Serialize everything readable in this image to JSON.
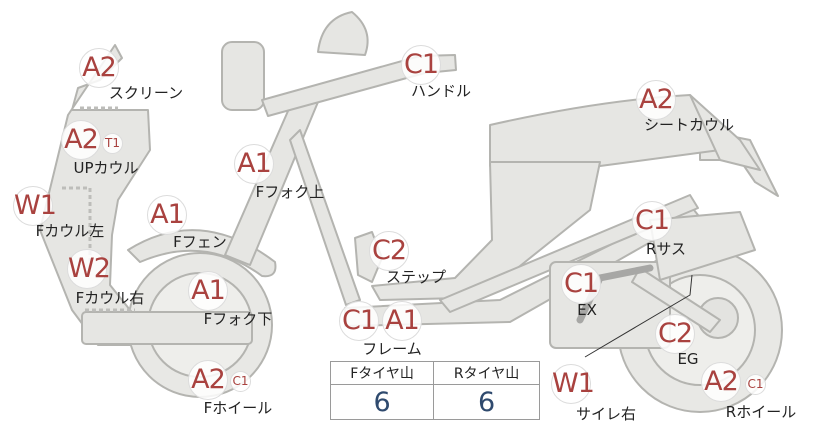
{
  "parts": [
    {
      "id": "screen",
      "label": "スクリーン",
      "grades": [
        "A2"
      ]
    },
    {
      "id": "up-cowl",
      "label": "UPカウル",
      "grades": [
        "A2",
        "T1"
      ]
    },
    {
      "id": "f-cowl-left",
      "label": "Fカウル左",
      "grades": [
        "W1"
      ]
    },
    {
      "id": "f-cowl-right",
      "label": "Fカウル右",
      "grades": [
        "W2"
      ]
    },
    {
      "id": "f-fender",
      "label": "Fフェン",
      "grades": [
        "A1"
      ]
    },
    {
      "id": "f-fork-upper",
      "label": "Fフォク上",
      "grades": [
        "A1"
      ]
    },
    {
      "id": "f-fork-lower",
      "label": "Fフォク下",
      "grades": [
        "A1"
      ]
    },
    {
      "id": "f-wheel",
      "label": "Fホイール",
      "grades": [
        "A2",
        "C1"
      ]
    },
    {
      "id": "handle",
      "label": "ハンドル",
      "grades": [
        "C1"
      ]
    },
    {
      "id": "seat-cowl",
      "label": "シートカウル",
      "grades": [
        "A2"
      ]
    },
    {
      "id": "step",
      "label": "ステップ",
      "grades": [
        "C2"
      ]
    },
    {
      "id": "frame",
      "label": "フレーム",
      "grades": [
        "C1",
        "A1"
      ]
    },
    {
      "id": "r-suspension",
      "label": "Rサス",
      "grades": [
        "C1"
      ]
    },
    {
      "id": "exhaust",
      "label": "EX",
      "grades": [
        "C1"
      ]
    },
    {
      "id": "engine",
      "label": "EG",
      "grades": [
        "C2"
      ]
    },
    {
      "id": "silencer-right",
      "label": "サイレ右",
      "grades": [
        "W1"
      ]
    },
    {
      "id": "r-wheel",
      "label": "Rホイール",
      "grades": [
        "A2",
        "C1"
      ]
    }
  ],
  "tire_table": {
    "headers": [
      "Fタイヤ山",
      "Rタイヤ山"
    ],
    "values": [
      "6",
      "6"
    ]
  }
}
